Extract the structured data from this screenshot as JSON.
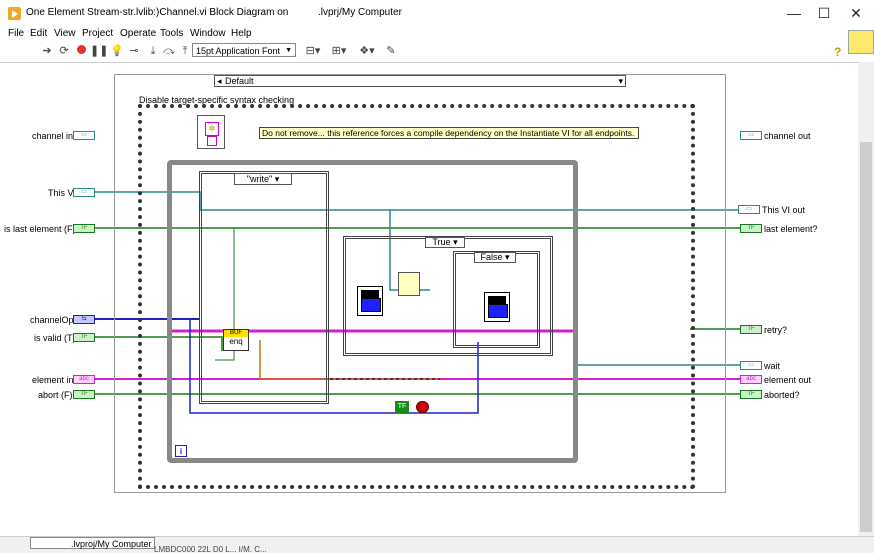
{
  "window": {
    "title": "One Element Stream-str.lvlib:)Channel.vi Block Diagram on",
    "title_suffix": ".lvprj/My Computer",
    "minimize": "—",
    "maximize": "☐",
    "close": "✕"
  },
  "menu": [
    "File",
    "Edit",
    "View",
    "Project",
    "Operate",
    "Tools",
    "Window",
    "Help"
  ],
  "toolbar": {
    "font_select": "15pt Application Font",
    "icons": [
      "run-arrow-icon",
      "run-continuous-icon",
      "abort-icon",
      "pause-icon",
      "highlight-execution-icon",
      "retain-wire-values-icon",
      "step-into-icon",
      "step-over-icon",
      "step-out-icon",
      "align-objects-icon",
      "distribute-objects-icon",
      "reorder-icon",
      "cleanup-diagram-icon",
      "context-help-icon"
    ]
  },
  "diagram": {
    "case_selector": "Default",
    "disable_label": "Disable target-specific syntax checking",
    "comment": "Do not remove... this reference forces a compile dependency on the Instantiate VI for all endpoints.",
    "write_case": "\"write\"",
    "true_case": "True",
    "false_case": "False",
    "enqueue_label": "enq",
    "enqueue_header": "BUF",
    "true_constant": "TF",
    "iteration_terminal": "i",
    "inputs": [
      {
        "label": "channel in",
        "kind": "teal"
      },
      {
        "label": "This VI",
        "kind": "teal"
      },
      {
        "label": "is last element (F)",
        "kind": "green"
      },
      {
        "label": "channelOp",
        "kind": "blue"
      },
      {
        "label": "is valid (T)",
        "kind": "green"
      },
      {
        "label": "element in",
        "kind": "pink"
      },
      {
        "label": "abort (F)",
        "kind": "green"
      }
    ],
    "outputs": [
      {
        "label": "channel out",
        "kind": "teal"
      },
      {
        "label": "This VI out",
        "kind": "teal"
      },
      {
        "label": "last element?",
        "kind": "green"
      },
      {
        "label": "retry?",
        "kind": "green"
      },
      {
        "label": "wait",
        "kind": "teal"
      },
      {
        "label": "element out",
        "kind": "pink"
      },
      {
        "label": "aborted?",
        "kind": "green"
      }
    ],
    "term_glyphs": {
      "teal": "▭",
      "green": "TF",
      "blue": "⇆",
      "pink": "abc"
    }
  },
  "status": {
    "path": ".lvproj/My Computer",
    "secondary": "LMBDC000 22L D0 L... I/M. C..."
  },
  "colors": {
    "teal_wire": "#2a8a8a",
    "green_wire": "#1a7a1a",
    "blue_wire": "#2020c0",
    "pink_wire": "#d020d0",
    "orange_wire": "#d07010",
    "loop_border": "#888888"
  }
}
